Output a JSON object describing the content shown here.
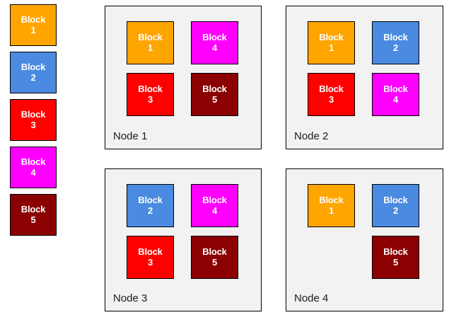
{
  "palette": {
    "block1": "#FFA500",
    "block2": "#4A8AE0",
    "block3": "#FF0000",
    "block4": "#FF00FF",
    "block5": "#8B0000",
    "panel_bg": "#F2F2F2",
    "panel_border": "#000000",
    "page_bg": "#FFFFFF",
    "block_text": "#FFFFFF",
    "label_text": "#1A1A1A"
  },
  "legend": {
    "name": "block-legend",
    "blocks": [
      {
        "word": "Block",
        "number": "1",
        "color": "#FFA500"
      },
      {
        "word": "Block",
        "number": "2",
        "color": "#4A8AE0"
      },
      {
        "word": "Block",
        "number": "3",
        "color": "#FF0000"
      },
      {
        "word": "Block",
        "number": "4",
        "color": "#FF00FF"
      },
      {
        "word": "Block",
        "number": "5",
        "color": "#8B0000"
      }
    ]
  },
  "nodes": [
    {
      "label": "Node 1",
      "blocks": [
        {
          "word": "Block",
          "number": "1",
          "color": "#FFA500",
          "empty": false
        },
        {
          "word": "Block",
          "number": "4",
          "color": "#FF00FF",
          "empty": false
        },
        {
          "word": "Block",
          "number": "3",
          "color": "#FF0000",
          "empty": false
        },
        {
          "word": "Block",
          "number": "5",
          "color": "#8B0000",
          "empty": false
        }
      ]
    },
    {
      "label": "Node 2",
      "blocks": [
        {
          "word": "Block",
          "number": "1",
          "color": "#FFA500",
          "empty": false
        },
        {
          "word": "Block",
          "number": "2",
          "color": "#4A8AE0",
          "empty": false
        },
        {
          "word": "Block",
          "number": "3",
          "color": "#FF0000",
          "empty": false
        },
        {
          "word": "Block",
          "number": "4",
          "color": "#FF00FF",
          "empty": false
        }
      ]
    },
    {
      "label": "Node 3",
      "blocks": [
        {
          "word": "Block",
          "number": "2",
          "color": "#4A8AE0",
          "empty": false
        },
        {
          "word": "Block",
          "number": "4",
          "color": "#FF00FF",
          "empty": false
        },
        {
          "word": "Block",
          "number": "3",
          "color": "#FF0000",
          "empty": false
        },
        {
          "word": "Block",
          "number": "5",
          "color": "#8B0000",
          "empty": false
        }
      ]
    },
    {
      "label": "Node 4",
      "blocks": [
        {
          "word": "Block",
          "number": "1",
          "color": "#FFA500",
          "empty": false
        },
        {
          "word": "Block",
          "number": "2",
          "color": "#4A8AE0",
          "empty": false
        },
        {
          "word": "",
          "number": "",
          "color": "",
          "empty": true
        },
        {
          "word": "Block",
          "number": "5",
          "color": "#8B0000",
          "empty": false
        }
      ]
    }
  ]
}
